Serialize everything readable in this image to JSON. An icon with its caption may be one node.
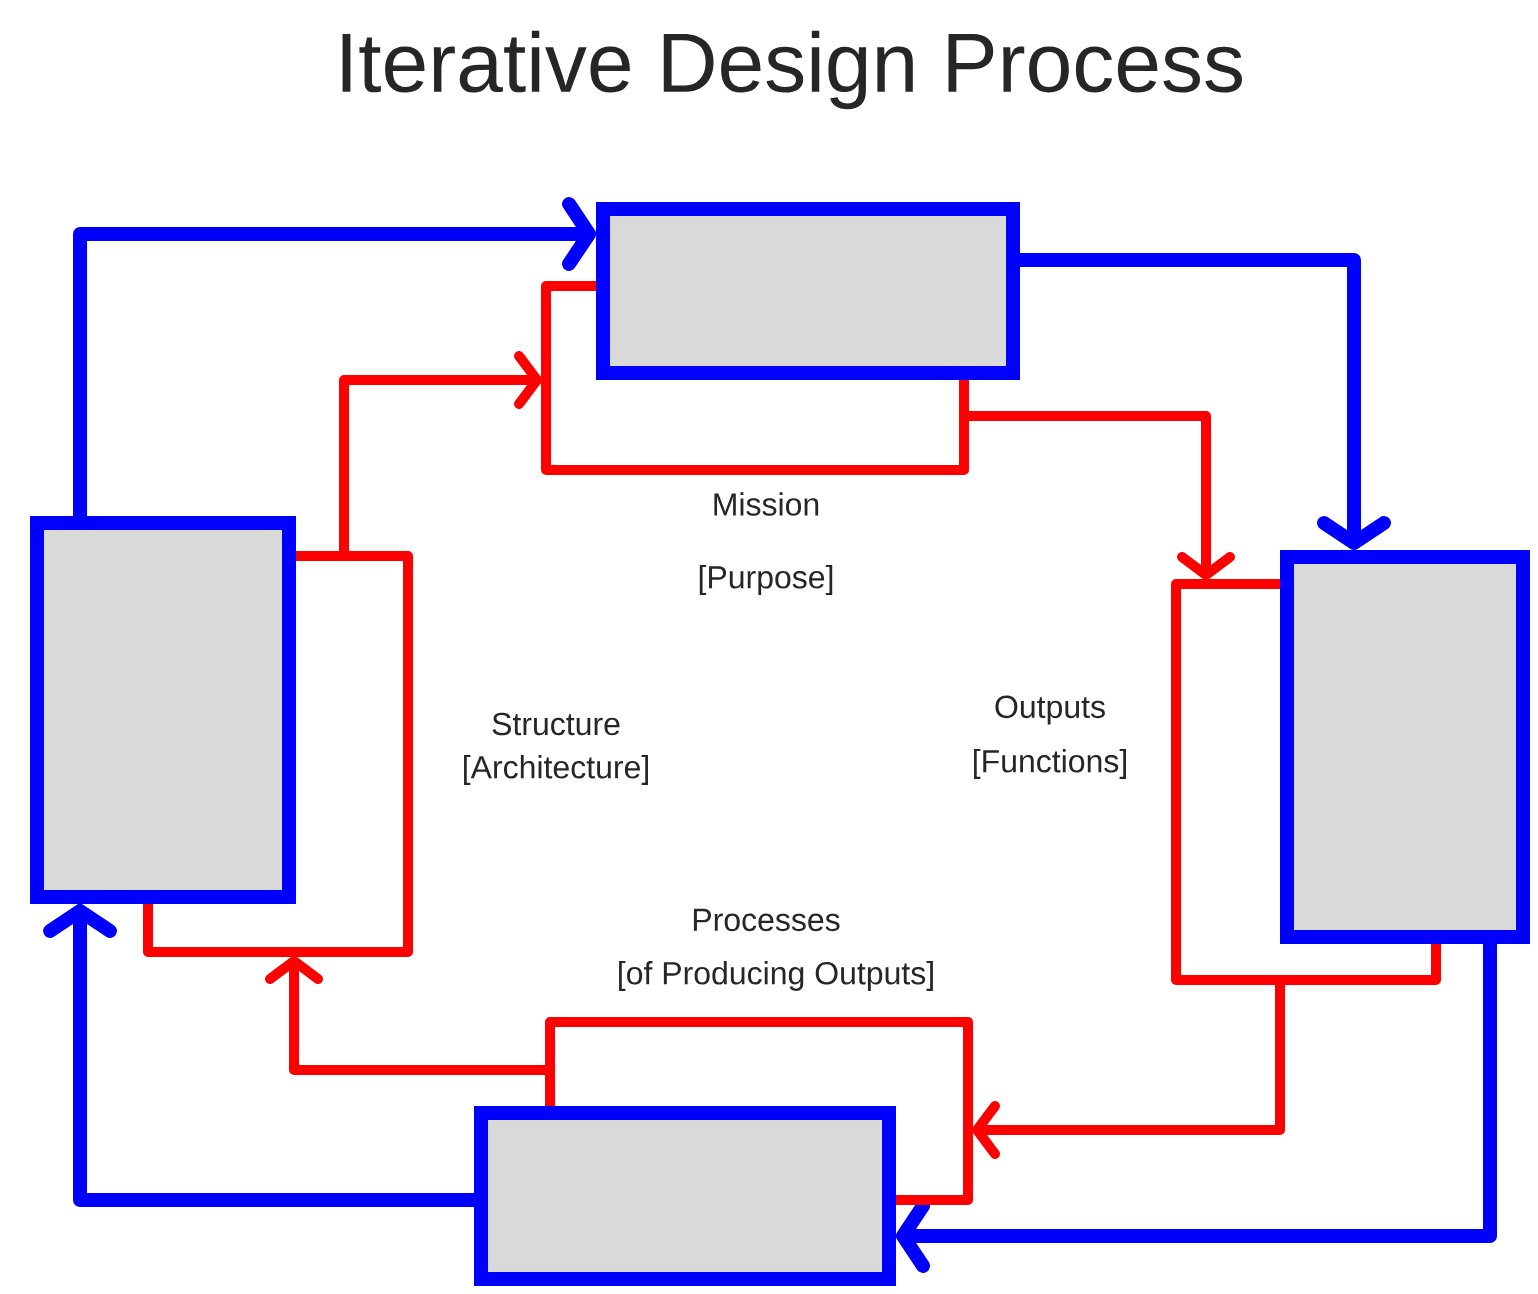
{
  "diagram": {
    "title": "Iterative Design Process",
    "nodes": [
      {
        "text": [],
        "shape": "box"
      },
      {
        "text": [],
        "shape": "box"
      },
      {
        "text": [],
        "shape": "box"
      },
      {
        "text": [],
        "shape": "box"
      }
    ],
    "edges": [
      {
        "from": 1,
        "to": 0,
        "arrow": "to",
        "color": "#0000ff"
      },
      {
        "from": 0,
        "to": 2,
        "arrow": "to",
        "color": "#0000ff"
      },
      {
        "from": 2,
        "to": 3,
        "arrow": "to",
        "color": "#0000ff"
      },
      {
        "from": 3,
        "to": 1,
        "arrow": "to",
        "color": "#0000ff"
      },
      {
        "from": 1,
        "to": 0,
        "arrow": "to",
        "color": "#ff0000"
      },
      {
        "from": 0,
        "to": 2,
        "arrow": "to",
        "color": "#ff0000"
      },
      {
        "from": 2,
        "to": 3,
        "arrow": "to",
        "color": "#ff0000"
      },
      {
        "from": 3,
        "to": 1,
        "arrow": "to",
        "color": "#ff0000"
      },
      {
        "from": 0,
        "to": 0,
        "arrow": "none",
        "color": "#ff0000"
      },
      {
        "from": 1,
        "to": 1,
        "arrow": "none",
        "color": "#ff0000"
      },
      {
        "from": 2,
        "to": 2,
        "arrow": "none",
        "color": "#ff0000"
      },
      {
        "from": 3,
        "to": 3,
        "arrow": "none",
        "color": "#ff0000"
      }
    ],
    "labels": [
      "Mission",
      "[Purpose]",
      "Structure",
      "[Architecture]",
      "Outputs",
      "[Functions]",
      "Processes",
      "[of Producing Outputs]"
    ]
  }
}
